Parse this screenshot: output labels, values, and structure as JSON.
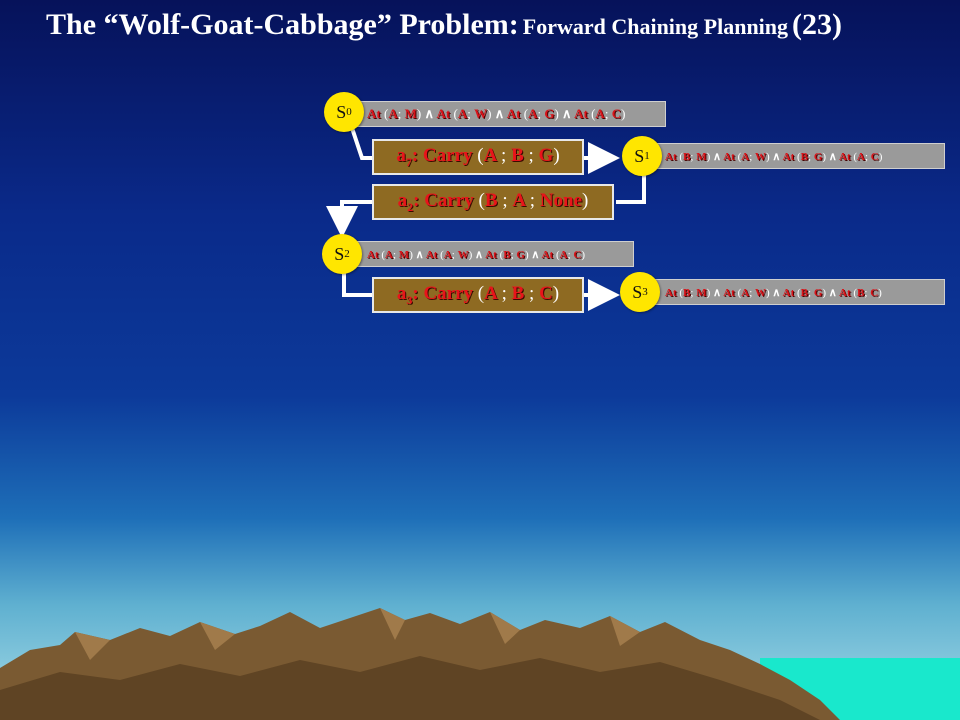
{
  "title": {
    "main_prefix": "The “Wolf-Goat-Cabbage” Problem:",
    "subtitle": "Forward Chaining Planning",
    "suffix": "(23)"
  },
  "states": [
    {
      "label": "S",
      "index": "0",
      "predicates": [
        {
          "name": "At",
          "a": "A",
          "b": "M"
        },
        {
          "name": "At",
          "a": "A",
          "b": "W"
        },
        {
          "name": "At",
          "a": "A",
          "b": "G"
        },
        {
          "name": "At",
          "a": "A",
          "b": "C"
        }
      ]
    },
    {
      "label": "S",
      "index": "1",
      "predicates": [
        {
          "name": "At",
          "a": "B",
          "b": "M"
        },
        {
          "name": "At",
          "a": "A",
          "b": "W"
        },
        {
          "name": "At",
          "a": "B",
          "b": "G"
        },
        {
          "name": "At",
          "a": "A",
          "b": "C"
        }
      ]
    },
    {
      "label": "S",
      "index": "2",
      "predicates": [
        {
          "name": "At",
          "a": "A",
          "b": "M"
        },
        {
          "name": "At",
          "a": "A",
          "b": "W"
        },
        {
          "name": "At",
          "a": "B",
          "b": "G"
        },
        {
          "name": "At",
          "a": "A",
          "b": "C"
        }
      ]
    },
    {
      "label": "S",
      "index": "3",
      "predicates": [
        {
          "name": "At",
          "a": "B",
          "b": "M"
        },
        {
          "name": "At",
          "a": "A",
          "b": "W"
        },
        {
          "name": "At",
          "a": "B",
          "b": "G"
        },
        {
          "name": "At",
          "a": "B",
          "b": "C"
        }
      ]
    }
  ],
  "actions": [
    {
      "name": "a",
      "index": "7",
      "verb": "Carry",
      "args": [
        "A",
        "B",
        "G"
      ]
    },
    {
      "name": "a",
      "index": "2",
      "verb": "Carry",
      "args": [
        "B",
        "A",
        "None"
      ]
    },
    {
      "name": "a",
      "index": "3",
      "verb": "Carry",
      "args": [
        "A",
        "B",
        "C"
      ]
    }
  ],
  "symbols": {
    "and": "∧",
    "open": "(",
    "close": ")",
    "sep": ";",
    "colon": ":"
  },
  "colors": {
    "node": "#ffe600",
    "state_bar": "#9a9a9a",
    "action_box": "#8e6a22",
    "predicate_text": "#d8141a",
    "connector": "#ffffff"
  }
}
